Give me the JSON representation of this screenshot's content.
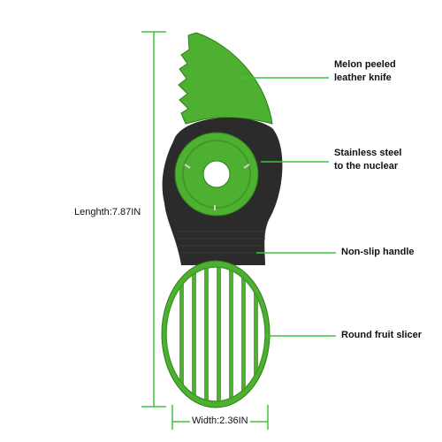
{
  "labels": {
    "knife": {
      "line1": "Melon peeled",
      "line2": "leather knife"
    },
    "pitter": {
      "line1": "Stainless steel",
      "line2": "to the nuclear"
    },
    "handle": {
      "line1": "Non-slip handle"
    },
    "slicer": {
      "line1": "Round fruit slicer"
    }
  },
  "dimensions": {
    "length": "Lenghth:7.87IN",
    "width": "Width:2.36IN"
  },
  "colors": {
    "green": "#4db030",
    "dark_green": "#2f7d1d",
    "handle": "#2b2b2b",
    "guide_line": "#3ec43e"
  }
}
